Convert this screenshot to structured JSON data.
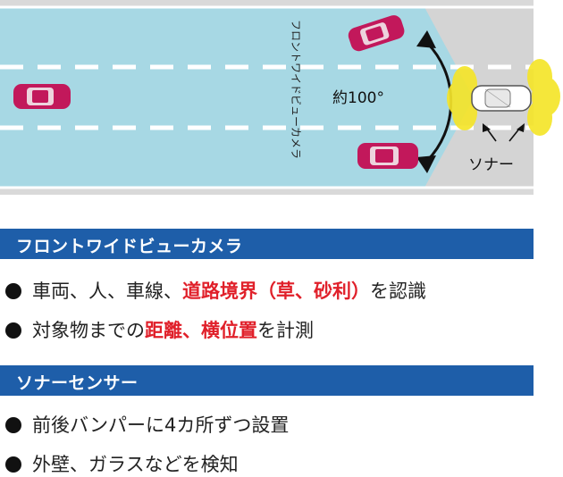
{
  "diagram": {
    "camera_label": "フロントワイドビューカメラ",
    "angle_label": "約100°",
    "sonar_label": "ソナー"
  },
  "section1": {
    "title": "フロントワイドビューカメラ",
    "items": [
      {
        "pre": "車両、人、車線、",
        "hl": "道路境界（草、砂利）",
        "post": "を認識"
      },
      {
        "pre": "対象物までの",
        "hl": "距離、横位置",
        "post": "を計測"
      }
    ]
  },
  "section2": {
    "title": "ソナーセンサー",
    "items": [
      {
        "text": "前後バンパーに4カ所ずつ設置"
      },
      {
        "text": "外壁、ガラスなどを検知"
      }
    ]
  },
  "colors": {
    "road": "#a7d8e4",
    "band": "#1e5ea9",
    "highlight": "#e0202a",
    "car": "#c2185b",
    "sonar": "#f5e52a",
    "gray_area": "#d4d4d4"
  }
}
